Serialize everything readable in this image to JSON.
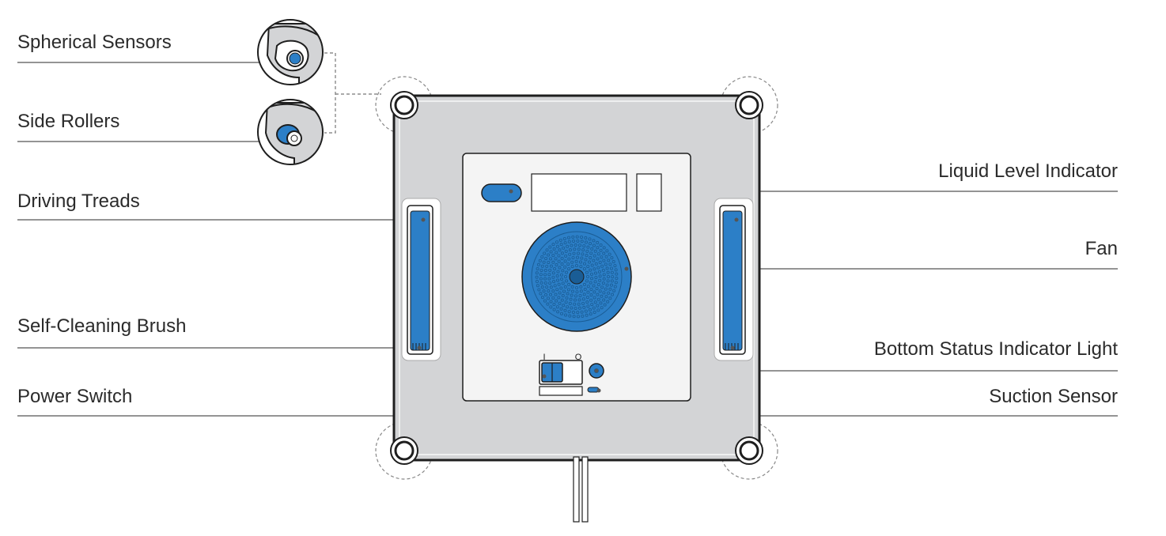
{
  "labels": {
    "spherical_sensors": "Spherical Sensors",
    "side_rollers": "Side Rollers",
    "driving_treads": "Driving Treads",
    "self_cleaning_brush": "Self-Cleaning Brush",
    "power_switch": "Power Switch",
    "liquid_level_indicator": "Liquid Level Indicator",
    "fan": "Fan",
    "bottom_status_indicator_light": "Bottom Status Indicator Light",
    "suction_sensor": "Suction Sensor"
  },
  "switch_marks": {
    "on": "I",
    "off": "O"
  },
  "colors": {
    "accent_blue": "#2c7fc7",
    "body_gray": "#d3d4d6",
    "outline": "#1e1e1e",
    "leader_line": "#555555",
    "panel": "#f4f4f4"
  }
}
